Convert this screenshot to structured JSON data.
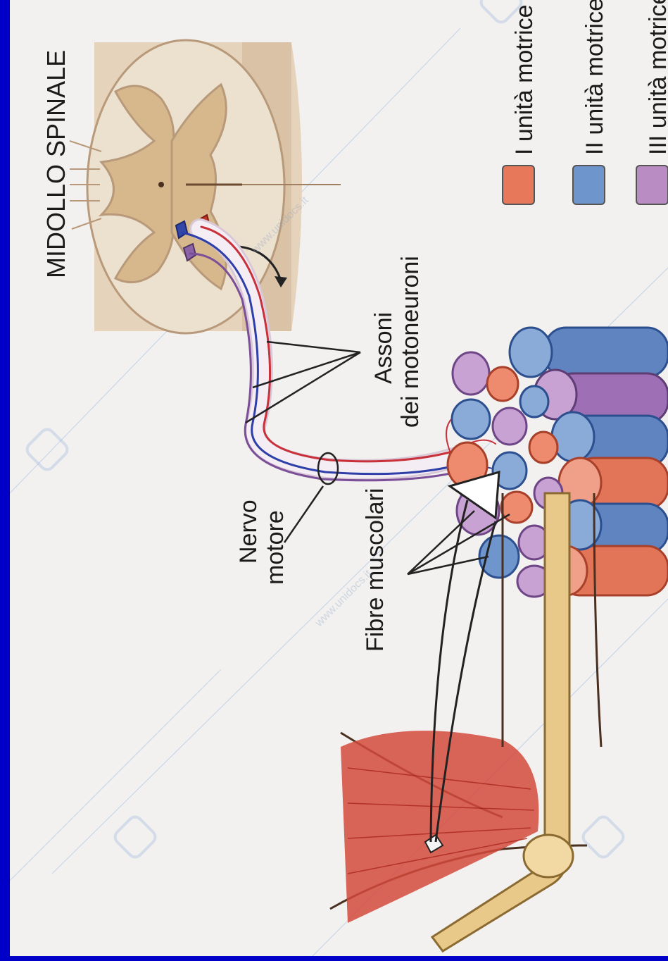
{
  "labels": {
    "spinal_cord": "MIDOLLO SPINALE",
    "axons_line1": "Assoni",
    "axons_line2": "dei motoneuroni",
    "nerve_line1": "Nervo",
    "nerve_line2": "motore",
    "muscle_fibers": "Fibre muscolari"
  },
  "legend": [
    {
      "label": "I unità motrice",
      "color": "#e8785a"
    },
    {
      "label": "II unità motrice",
      "color": "#6f96cc"
    },
    {
      "label": "III unità motrice",
      "color": "#b98cc4"
    }
  ],
  "watermark": "www.unidocs.it",
  "colors": {
    "frame": "#0000c8",
    "background": "#f2f1ef",
    "cord_grey": "#d7b88c",
    "cord_white": "#ece0cf",
    "unit1": "#e8785a",
    "unit2": "#6f96cc",
    "unit3": "#b98cc4"
  }
}
